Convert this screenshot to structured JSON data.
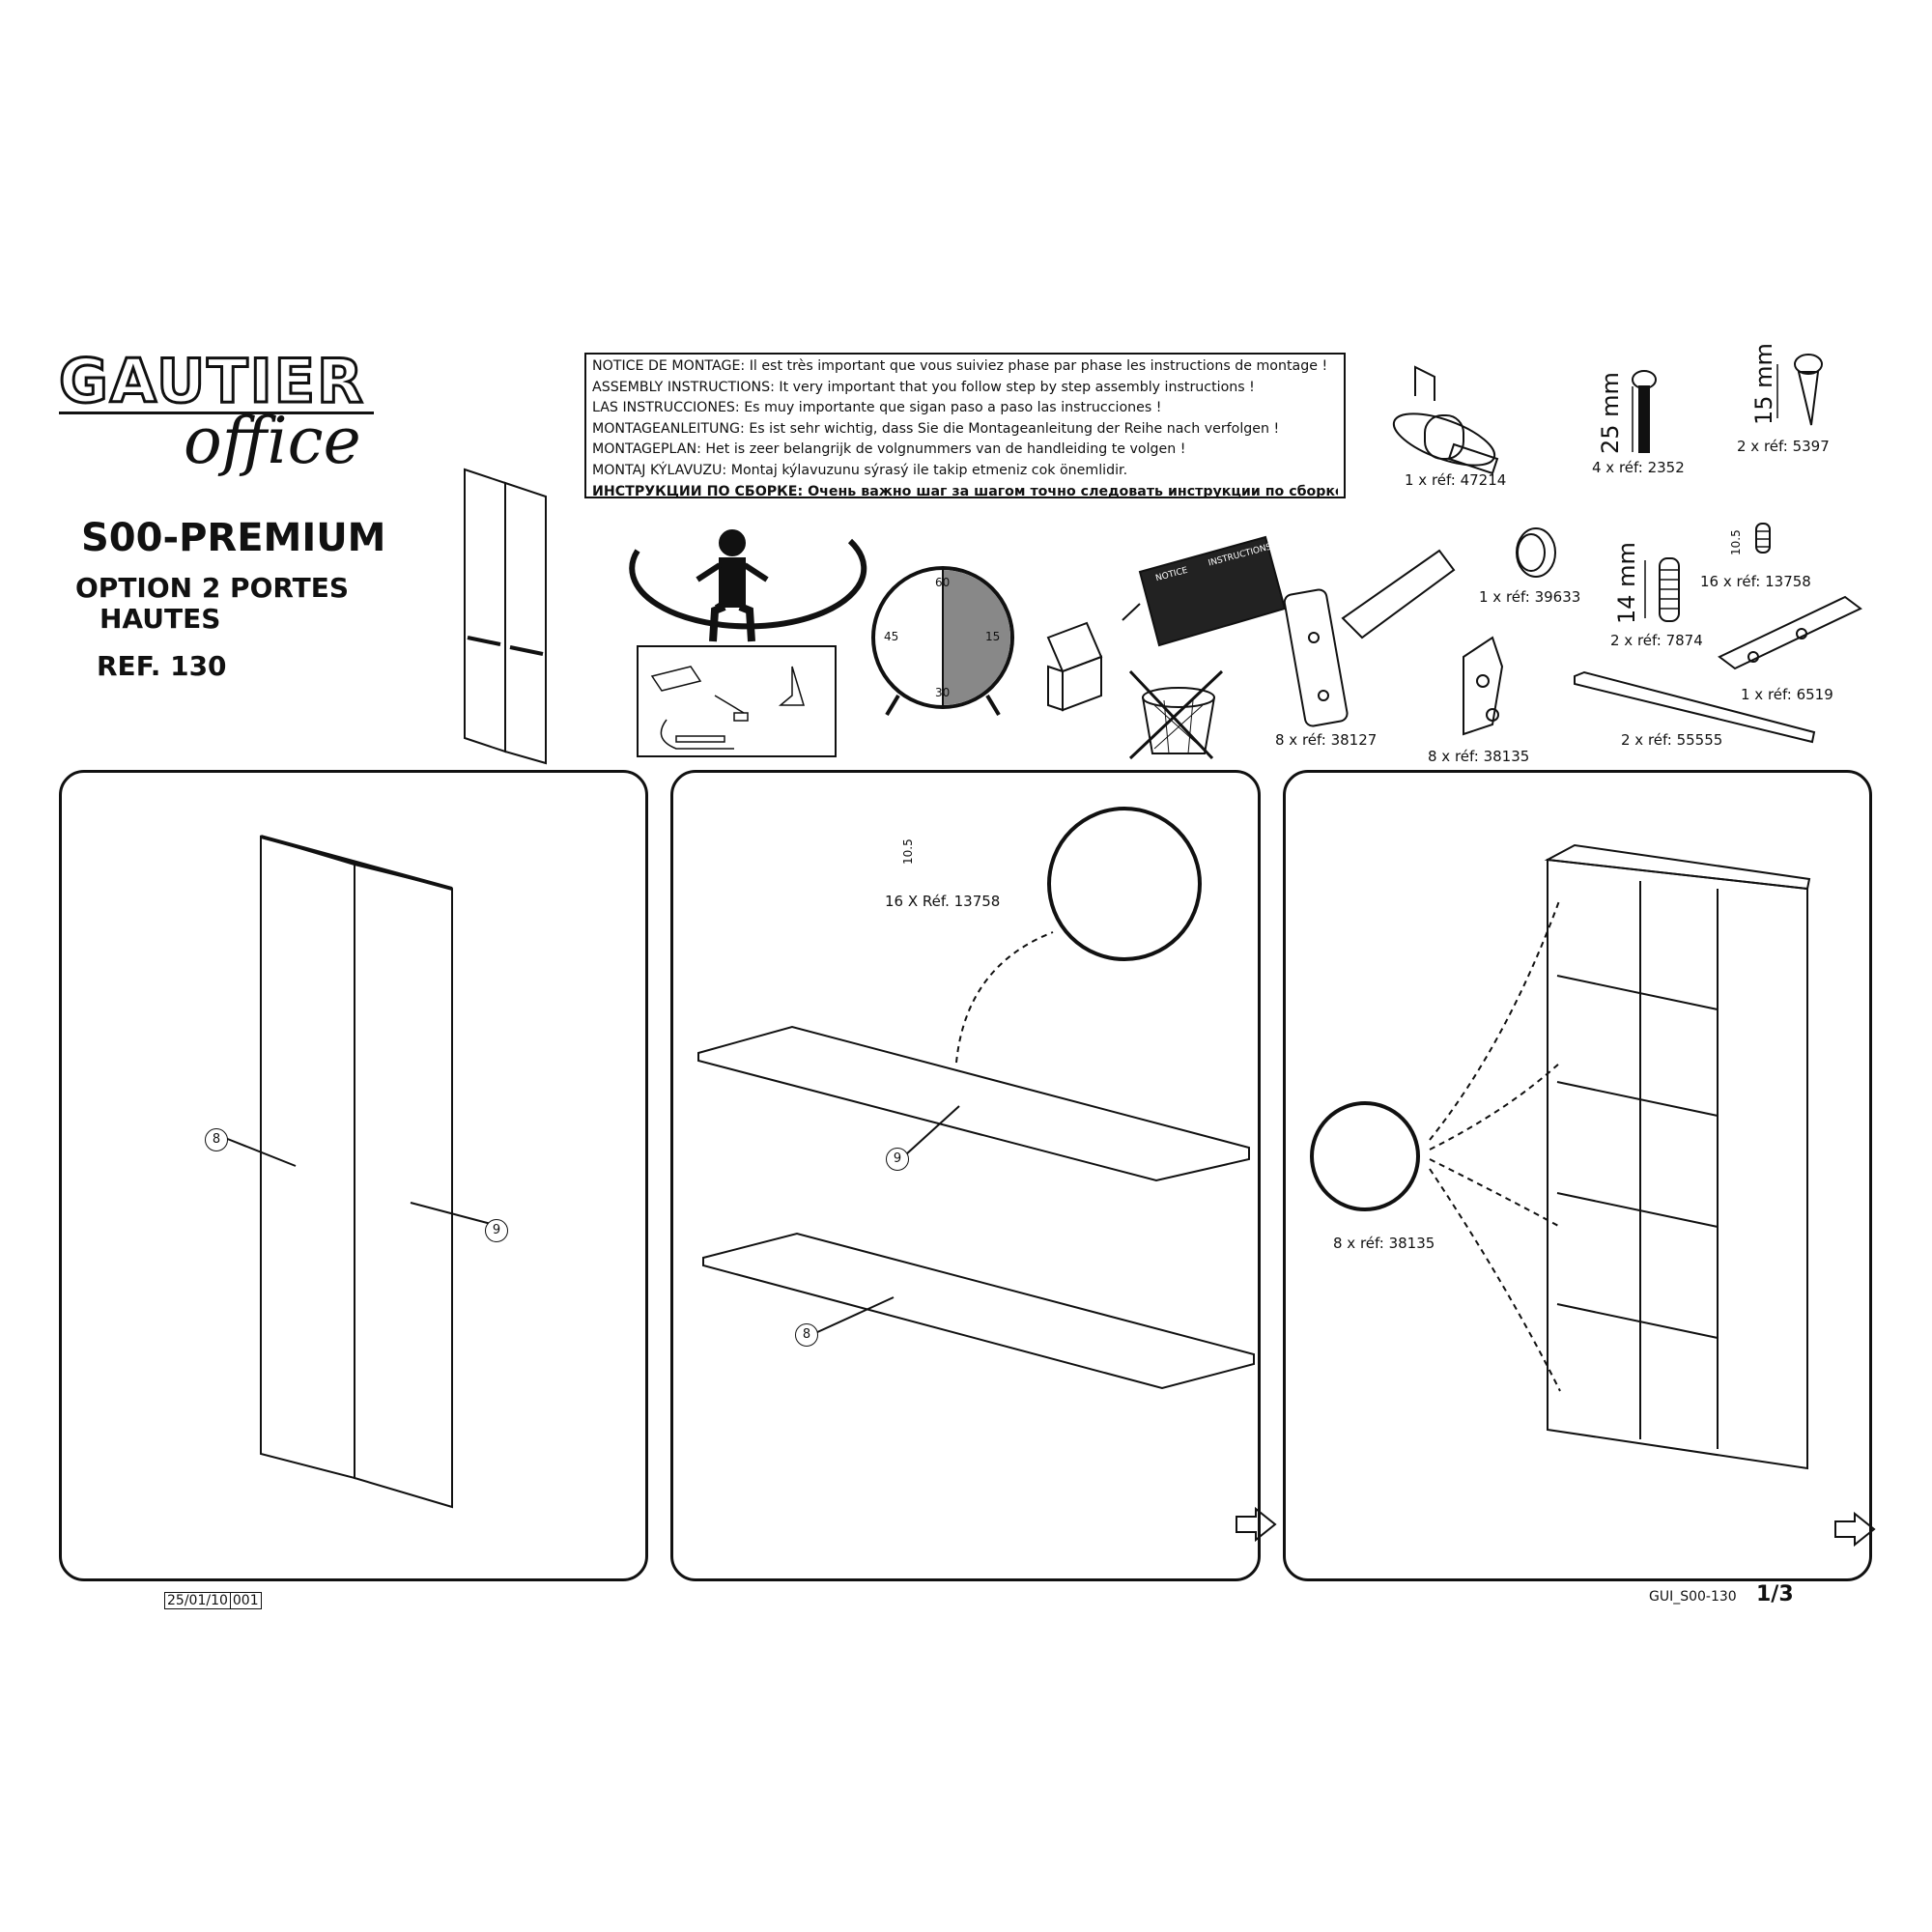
{
  "brand": {
    "name": "GAUTIER",
    "sub": "office"
  },
  "product": {
    "title": "S00-PREMIUM",
    "option_line1": "OPTION 2 PORTES",
    "option_line2": "HAUTES",
    "ref": "REF. 130"
  },
  "notice": [
    "NOTICE DE MONTAGE: Il est très important que vous suiviez phase par phase les instructions de montage !",
    "ASSEMBLY INSTRUCTIONS: It very important that you follow step by step assembly instructions !",
    "LAS INSTRUCCIONES: Es muy importante que sigan paso a paso las instrucciones !",
    "MONTAGEANLEITUNG: Es ist sehr wichtig, dass Sie die Montageanleitung der Reihe nach verfolgen !",
    "MONTAGEPLAN: Het is zeer belangrijk de volgnummers van de handleiding te volgen !",
    "MONTAJ KÝLAVUZU: Montaj kýlavuzunu sýrasý ile takip etmeniz cok önemlidir.",
    "ИНСТРУКЦИИ ПО СБОРКЕ: Очень важно шаг за шагом точно следовать инструкции по сборке:"
  ],
  "clock": {
    "n60": "60",
    "n15": "15",
    "n30": "30",
    "n45": "45"
  },
  "booklet": {
    "left": "NOTICE",
    "right": "INSTRUCTIONS"
  },
  "parts": {
    "p47214": "1 x réf: 47214",
    "p2352": "4 x réf: 2352",
    "p5397": "2 x réf: 5397",
    "p39633": "1 x réf: 39633",
    "p13758": "16 x réf: 13758",
    "p7874": "2 x réf: 7874",
    "p6519": "1 x réf: 6519",
    "p55555": "2 x réf: 55555",
    "p38135": "8 x réf: 38135",
    "p38127": "8 x réf: 38127"
  },
  "dims": {
    "d25": "25 mm",
    "d15": "15 mm",
    "d14": "14 mm",
    "d105": "10.5"
  },
  "steps": {
    "step1": {
      "c8": "8",
      "c9": "9"
    },
    "step2": {
      "part": "16 X Réf. 13758",
      "dim": "10.5",
      "c9": "9",
      "c8": "8"
    },
    "step3": {
      "part": "8 x réf: 38135"
    }
  },
  "footer": {
    "date": "25/01/10",
    "rev": "001",
    "code": "GUI_S00-130",
    "page": "1/3"
  }
}
